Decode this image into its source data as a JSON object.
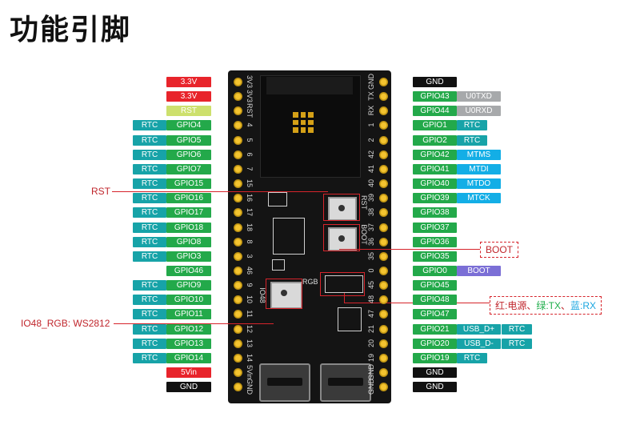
{
  "title": "功能引脚",
  "left_pins": [
    {
      "board": "3V3",
      "outer": null,
      "inner": {
        "text": "3.3V",
        "color": "red"
      }
    },
    {
      "board": "3V3",
      "outer": null,
      "inner": {
        "text": "3.3V",
        "color": "red"
      }
    },
    {
      "board": "RST",
      "outer": null,
      "inner": {
        "text": "RST",
        "color": "lime"
      }
    },
    {
      "board": "4",
      "outer": {
        "text": "RTC",
        "color": "teal"
      },
      "inner": {
        "text": "GPIO4",
        "color": "green"
      }
    },
    {
      "board": "5",
      "outer": {
        "text": "RTC",
        "color": "teal"
      },
      "inner": {
        "text": "GPIO5",
        "color": "green"
      }
    },
    {
      "board": "6",
      "outer": {
        "text": "RTC",
        "color": "teal"
      },
      "inner": {
        "text": "GPIO6",
        "color": "green"
      }
    },
    {
      "board": "7",
      "outer": {
        "text": "RTC",
        "color": "teal"
      },
      "inner": {
        "text": "GPIO7",
        "color": "green"
      }
    },
    {
      "board": "15",
      "outer": {
        "text": "RTC",
        "color": "teal"
      },
      "inner": {
        "text": "GPIO15",
        "color": "green"
      }
    },
    {
      "board": "16",
      "outer": {
        "text": "RTC",
        "color": "teal"
      },
      "inner": {
        "text": "GPIO16",
        "color": "green"
      }
    },
    {
      "board": "17",
      "outer": {
        "text": "RTC",
        "color": "teal"
      },
      "inner": {
        "text": "GPIO17",
        "color": "green"
      }
    },
    {
      "board": "18",
      "outer": {
        "text": "RTC",
        "color": "teal"
      },
      "inner": {
        "text": "GPIO18",
        "color": "green"
      }
    },
    {
      "board": "8",
      "outer": {
        "text": "RTC",
        "color": "teal"
      },
      "inner": {
        "text": "GPIO8",
        "color": "green"
      }
    },
    {
      "board": "3",
      "outer": {
        "text": "RTC",
        "color": "teal"
      },
      "inner": {
        "text": "GPIO3",
        "color": "green"
      }
    },
    {
      "board": "46",
      "outer": null,
      "inner": {
        "text": "GPIO46",
        "color": "green"
      }
    },
    {
      "board": "9",
      "outer": {
        "text": "RTC",
        "color": "teal"
      },
      "inner": {
        "text": "GPIO9",
        "color": "green"
      }
    },
    {
      "board": "10",
      "outer": {
        "text": "RTC",
        "color": "teal"
      },
      "inner": {
        "text": "GPIO10",
        "color": "green"
      }
    },
    {
      "board": "11",
      "outer": {
        "text": "RTC",
        "color": "teal"
      },
      "inner": {
        "text": "GPIO11",
        "color": "green"
      }
    },
    {
      "board": "12",
      "outer": {
        "text": "RTC",
        "color": "teal"
      },
      "inner": {
        "text": "GPIO12",
        "color": "green"
      }
    },
    {
      "board": "13",
      "outer": {
        "text": "RTC",
        "color": "teal"
      },
      "inner": {
        "text": "GPIO13",
        "color": "green"
      }
    },
    {
      "board": "14",
      "outer": {
        "text": "RTC",
        "color": "teal"
      },
      "inner": {
        "text": "GPIO14",
        "color": "green"
      }
    },
    {
      "board": "5Vin",
      "outer": null,
      "inner": {
        "text": "5Vin",
        "color": "red"
      }
    },
    {
      "board": "GND",
      "outer": null,
      "inner": {
        "text": "GND",
        "color": "black"
      }
    }
  ],
  "right_pins": [
    {
      "board": "GND",
      "inner": {
        "text": "GND",
        "color": "black"
      },
      "extra": []
    },
    {
      "board": "TX",
      "inner": {
        "text": "GPIO43",
        "color": "green"
      },
      "extra": [
        {
          "text": "U0TXD",
          "color": "grey"
        }
      ]
    },
    {
      "board": "RX",
      "inner": {
        "text": "GPIO44",
        "color": "green"
      },
      "extra": [
        {
          "text": "U0RXD",
          "color": "grey"
        }
      ]
    },
    {
      "board": "1",
      "inner": {
        "text": "GPIO1",
        "color": "green"
      },
      "extra": [
        {
          "text": "RTC",
          "color": "teal"
        }
      ]
    },
    {
      "board": "2",
      "inner": {
        "text": "GPIO2",
        "color": "green"
      },
      "extra": [
        {
          "text": "RTC",
          "color": "teal"
        }
      ]
    },
    {
      "board": "42",
      "inner": {
        "text": "GPIO42",
        "color": "green"
      },
      "extra": [
        {
          "text": "MTMS",
          "color": "cyan"
        }
      ]
    },
    {
      "board": "41",
      "inner": {
        "text": "GPIO41",
        "color": "green"
      },
      "extra": [
        {
          "text": "MTDI",
          "color": "cyan"
        }
      ]
    },
    {
      "board": "40",
      "inner": {
        "text": "GPIO40",
        "color": "green"
      },
      "extra": [
        {
          "text": "MTDO",
          "color": "cyan"
        }
      ]
    },
    {
      "board": "39",
      "inner": {
        "text": "GPIO39",
        "color": "green"
      },
      "extra": [
        {
          "text": "MTCK",
          "color": "cyan"
        }
      ]
    },
    {
      "board": "38",
      "inner": {
        "text": "GPIO38",
        "color": "green"
      },
      "extra": []
    },
    {
      "board": "37",
      "inner": {
        "text": "GPIO37",
        "color": "green"
      },
      "extra": []
    },
    {
      "board": "36",
      "inner": {
        "text": "GPIO36",
        "color": "green"
      },
      "extra": []
    },
    {
      "board": "35",
      "inner": {
        "text": "GPIO35",
        "color": "green"
      },
      "extra": []
    },
    {
      "board": "0",
      "inner": {
        "text": "GPIO0",
        "color": "green"
      },
      "extra": [
        {
          "text": "BOOT",
          "color": "purple"
        }
      ]
    },
    {
      "board": "45",
      "inner": {
        "text": "GPIO45",
        "color": "green"
      },
      "extra": []
    },
    {
      "board": "48",
      "inner": {
        "text": "GPIO48",
        "color": "green"
      },
      "extra": []
    },
    {
      "board": "47",
      "inner": {
        "text": "GPIO47",
        "color": "green"
      },
      "extra": []
    },
    {
      "board": "21",
      "inner": {
        "text": "GPIO21",
        "color": "green"
      },
      "extra": [
        {
          "text": "USB_D+",
          "color": "teal"
        },
        {
          "text": "RTC",
          "color": "teal"
        }
      ]
    },
    {
      "board": "20",
      "inner": {
        "text": "GPIO20",
        "color": "green"
      },
      "extra": [
        {
          "text": "USB_D-",
          "color": "teal"
        },
        {
          "text": "RTC",
          "color": "teal"
        }
      ]
    },
    {
      "board": "19",
      "inner": {
        "text": "GPIO19",
        "color": "green"
      },
      "extra": [
        {
          "text": "RTC",
          "color": "teal"
        }
      ]
    },
    {
      "board": "GND",
      "inner": {
        "text": "GND",
        "color": "black"
      },
      "extra": []
    },
    {
      "board": "GND",
      "inner": {
        "text": "GND",
        "color": "black"
      },
      "extra": []
    }
  ],
  "board_text": {
    "rst": "RST",
    "boot": "BOOT",
    "rgb": "RGB",
    "rgb_side": "RGB",
    "io48": "IO48"
  },
  "annotations": {
    "rst": "RST",
    "boot": "BOOT",
    "io48": "IO48_RGB: WS2812",
    "led_prefix": "红:电源、",
    "led_green": "绿:TX",
    "led_sep": "、",
    "led_blue": "蓝:RX"
  },
  "colors": {
    "red": "#e8242b",
    "lime": "#cde06d",
    "teal": "#17a3a8",
    "green": "#23a94a",
    "black": "#111111",
    "grey": "#a7a9ab",
    "cyan": "#13aee6",
    "purple": "#7b6fd6",
    "annotation": "#c0262c",
    "led_green": "#1fae4b",
    "led_blue": "#1aa6e0"
  }
}
